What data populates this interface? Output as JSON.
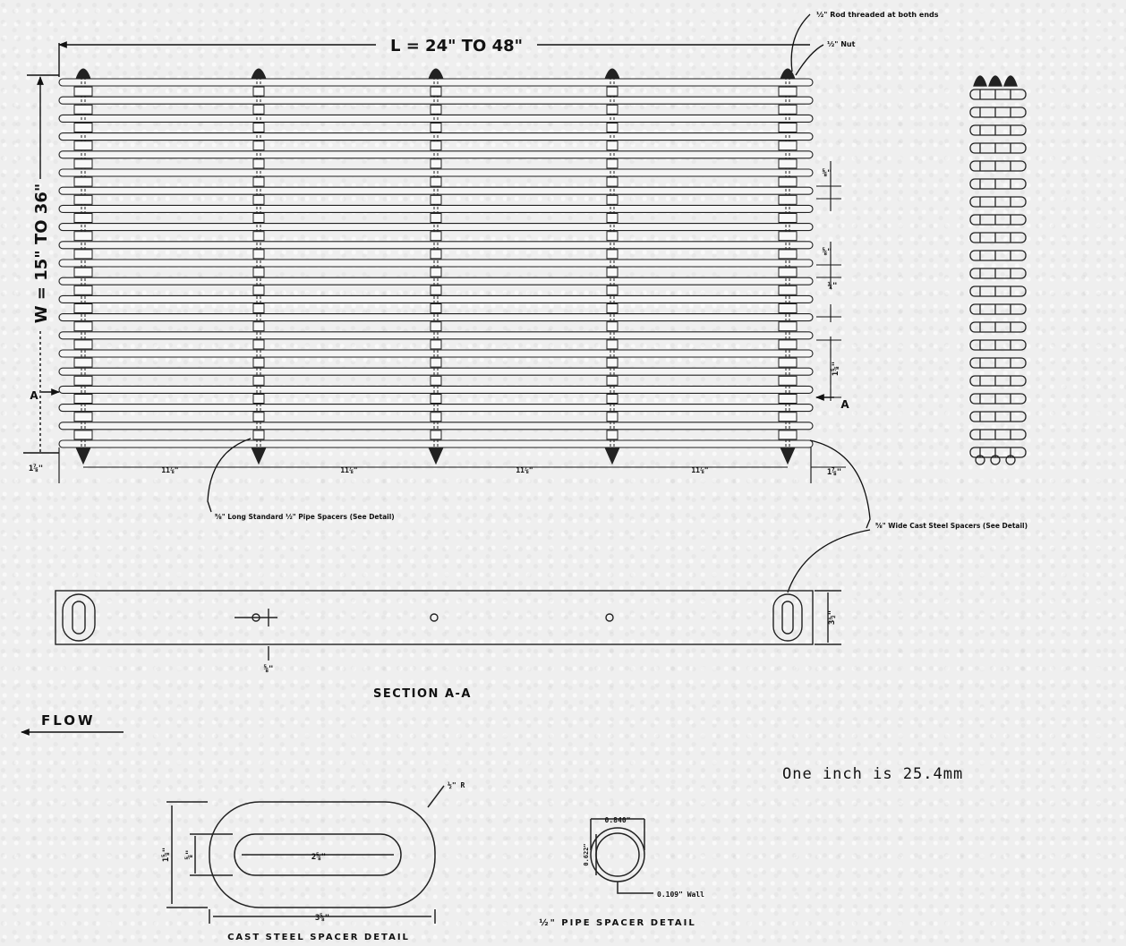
{
  "dims": {
    "length": "L = 24\" TO 48\"",
    "width": "W = 15\" TO 36\"",
    "spacing": [
      "11⅞\"",
      "11⅞\"",
      "11⅞\"",
      "11⅞\""
    ],
    "left_end": "1⅞\"",
    "right_end": "1⅞\"",
    "bar_gap": "⅝\"",
    "bar_pitch": "⅝\"",
    "bar_thickness": "¼\"",
    "bar_depth": "1⅝\"",
    "section_depth": "3½\"",
    "rod_offset": "⅝\""
  },
  "callouts": {
    "rod": "½\" Rod threaded at both ends",
    "nut": "½\" Nut",
    "pipe_spacers": "⅝\" Long Standard ½\" Pipe Spacers (See Detail)",
    "cast_spacers": "⅝\" Wide Cast Steel Spacers (See Detail)"
  },
  "section": {
    "title": "SECTION  A-A",
    "mark_left": "A",
    "mark_right": "A"
  },
  "flow": "FLOW",
  "conversion": "One inch is 25.4mm",
  "cast_detail": {
    "title": "CAST STEEL SPACER DETAIL",
    "height": "1⅝\"",
    "slot_height": "⅝\"",
    "slot_length": "2⅝\"",
    "overall_length": "3⅝\"",
    "radius": "½\" R"
  },
  "pipe_detail": {
    "title": "½\" PIPE SPACER DETAIL",
    "od": "0.840\"",
    "id": "0.622\"",
    "wall": "0.109\" Wall"
  }
}
